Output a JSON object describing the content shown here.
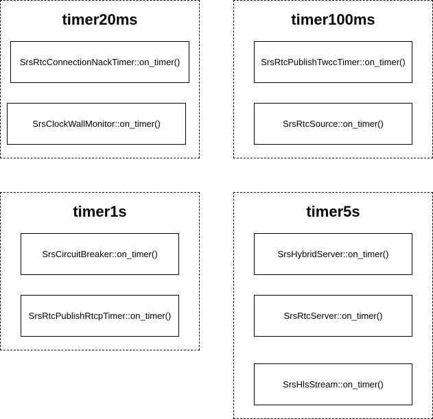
{
  "groups": {
    "timer20ms": {
      "title": "timer20ms",
      "items": [
        "SrsRtcConnectionNackTimer::on_timer()",
        "SrsClockWallMonitor::on_timer()"
      ]
    },
    "timer100ms": {
      "title": "timer100ms",
      "items": [
        "SrsRtcPublishTwccTimer::on_timer()",
        "SrsRtcSource::on_timer()"
      ]
    },
    "timer1s": {
      "title": "timer1s",
      "items": [
        "SrsCircuitBreaker::on_timer()",
        "SrsRtcPublishRtcpTimer::on_timer()"
      ]
    },
    "timer5s": {
      "title": "timer5s",
      "items": [
        "SrsHybridServer::on_timer()",
        "SrsRtcServer::on_timer()",
        "SrsHlsStream::on_timer()"
      ]
    }
  }
}
